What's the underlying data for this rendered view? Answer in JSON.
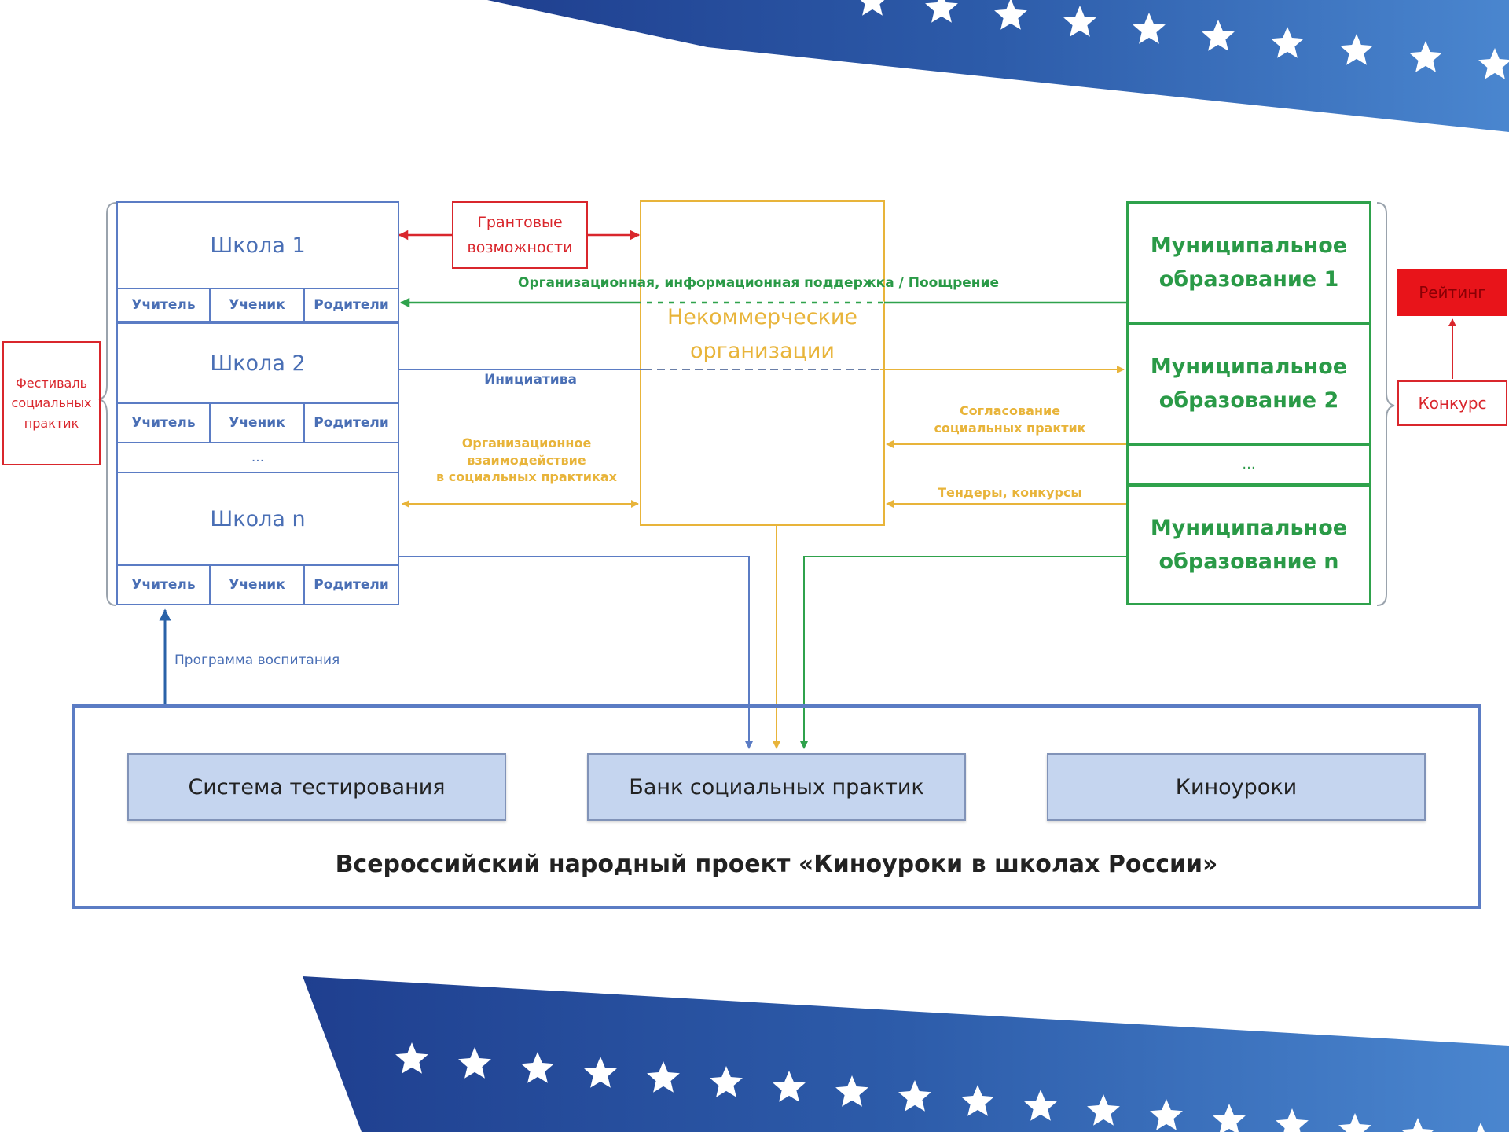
{
  "schools": [
    {
      "title": "Школа 1",
      "roles": [
        "Учитель",
        "Ученик",
        "Родители"
      ]
    },
    {
      "title": "Школа 2",
      "roles": [
        "Учитель",
        "Ученик",
        "Родители"
      ]
    },
    {
      "title": "Школа n",
      "roles": [
        "Учитель",
        "Ученик",
        "Родители"
      ]
    }
  ],
  "school_ellipsis": "...",
  "grant": "Грантовые\nвозможности",
  "ngo": "Некоммерческие\nорганизации",
  "municipalities": [
    "Муниципальное\nобразование 1",
    "Муниципальное\nобразование 2",
    "Муниципальное\nобразование n"
  ],
  "muni_ellipsis": "...",
  "festival": "Фестиваль\nсоциальных\nпрактик",
  "rating": "Рейтинг",
  "contest": "Конкурс",
  "labels": {
    "support": "Организационная, информационная поддержка / Поощрение",
    "initiative": "Инициатива",
    "org_interaction": "Организационное\nвзаимодействие\nв социальных практиках",
    "agreement": "Согласование\nсоциальных практик",
    "tenders": "Тендеры, конкурсы",
    "program": "Программа воспитания"
  },
  "modules": [
    "Система тестирования",
    "Банк социальных практик",
    "Киноуроки"
  ],
  "project_title": "Всероссийский народный проект «Киноуроки в школах России»",
  "colors": {
    "blue": "#5b7cc4",
    "green": "#2fa24c",
    "yellow": "#e8b43a",
    "red": "#d9262c",
    "banner": "#2d5caa"
  }
}
